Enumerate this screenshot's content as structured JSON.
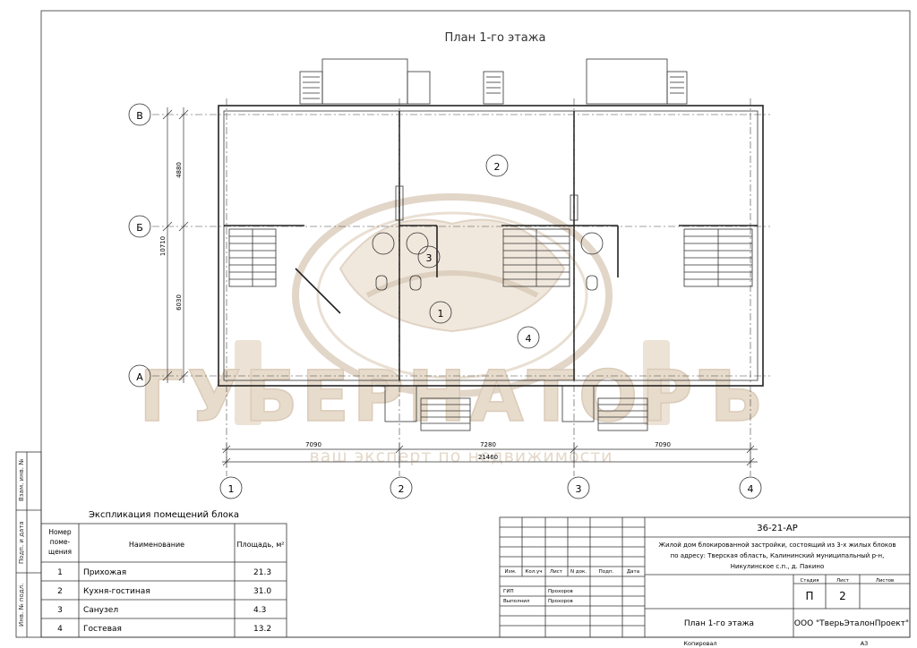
{
  "plan": {
    "title": "План 1-го этажа",
    "axes_letters": [
      "В",
      "Б",
      "А"
    ],
    "axes_numbers": [
      "1",
      "2",
      "3",
      "4"
    ],
    "room_markers": [
      "2",
      "3",
      "1",
      "4"
    ],
    "dims": {
      "v_top": "4880",
      "v_total": "10710",
      "v_bottom": "6030",
      "h1": "7090",
      "h2": "7280",
      "h3": "7090",
      "h_total": "21460"
    }
  },
  "watermark": {
    "brand": "ГУБЕРНАТОРЪ",
    "tagline": "ваш эксперт по недвижимости"
  },
  "side_stamps": [
    "Взам. инв. №",
    "Подп. и дата",
    "Инв. № подл."
  ],
  "explication": {
    "title": "Экспликация помещений блока",
    "headers": [
      "Номер поме-щения",
      "Наименование",
      "Площадь, м²"
    ],
    "rows": [
      {
        "num": "1",
        "name": "Прихожая",
        "area": "21.3"
      },
      {
        "num": "2",
        "name": "Кухня-гостиная",
        "area": "31.0"
      },
      {
        "num": "3",
        "name": "Санузел",
        "area": "4.3"
      },
      {
        "num": "4",
        "name": "Гостевая",
        "area": "13.2"
      }
    ]
  },
  "stamp": {
    "code": "36-21-АР",
    "description_lines": [
      "Жилой дом блокированной застройки, состоящий из 3-х жилых блоков",
      "по адресу: Тверская область, Калининский муниципальный р-н,",
      "Никулинское с.п., д. Пакино"
    ],
    "col_headers": [
      "Изм.",
      "Кол.уч",
      "Лист",
      "N док.",
      "Подп.",
      "Дата"
    ],
    "people": [
      {
        "role": "ГИП",
        "name": "Прохоров"
      },
      {
        "role": "Выполнил",
        "name": "Прохоров"
      }
    ],
    "stage_labels": [
      "Стадия",
      "Лист",
      "Листов"
    ],
    "stage_values": [
      "П",
      "2",
      ""
    ],
    "sheet_name": "План 1-го этажа",
    "company": "ООО \"ТверьЭталонПроект\"",
    "copied": "Копировал",
    "format": "А3"
  }
}
